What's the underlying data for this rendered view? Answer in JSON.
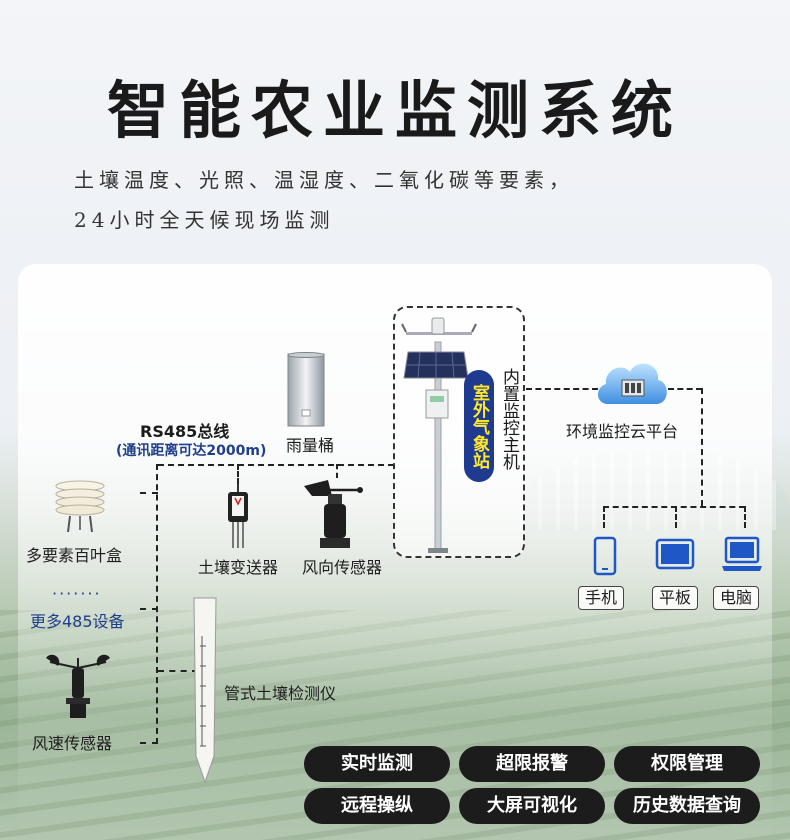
{
  "header": {
    "title": "智能农业监测系统",
    "subtitle_line1": "土壤温度、光照、温湿度、二氧化碳等要素，",
    "subtitle_line2": "24小时全天候现场监测"
  },
  "diagram": {
    "bus_label": "RS485总线",
    "bus_note": "(通讯距离可达2000m)",
    "station_badge": "室外气象站",
    "station_host": "内置监控主机",
    "cloud_label": "环境监控云平台",
    "sensors": {
      "rain_gauge": "雨量桶",
      "multi_element_shelter": "多要素百叶盒",
      "soil_transmitter": "土壤变送器",
      "wind_direction": "风向传感器",
      "more_dots": "·······",
      "more_devices": "更多485设备",
      "tube_soil": "管式土壤检测仪",
      "wind_speed": "风速传感器"
    },
    "devices": {
      "phone": "手机",
      "tablet": "平板",
      "computer": "电脑"
    }
  },
  "features": [
    "实时监测",
    "超限报警",
    "权限管理",
    "远程操纵",
    "大屏可视化",
    "历史数据查询"
  ],
  "colors": {
    "accent_blue": "#1f3b8f",
    "badge_text": "#ffe92b",
    "pill_bg": "#1c1c1c"
  }
}
